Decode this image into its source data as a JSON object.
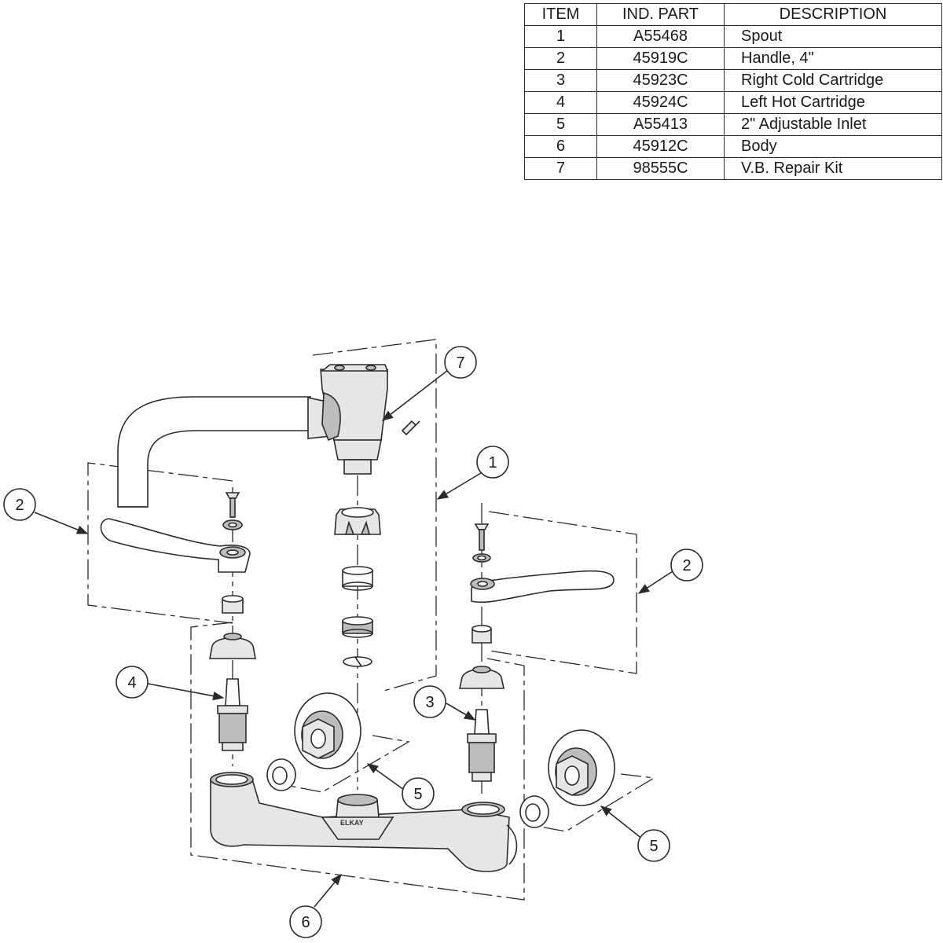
{
  "parts_table": {
    "headers": {
      "item": "ITEM",
      "part": "IND. PART",
      "description": "DESCRIPTION"
    },
    "rows": [
      {
        "item": "1",
        "part": "A55468",
        "description": "Spout"
      },
      {
        "item": "2",
        "part": "45919C",
        "description": "Handle, 4\""
      },
      {
        "item": "3",
        "part": "45923C",
        "description": "Right Cold Cartridge"
      },
      {
        "item": "4",
        "part": "45924C",
        "description": "Left Hot Cartridge"
      },
      {
        "item": "5",
        "part": "A55413",
        "description": "2\" Adjustable Inlet"
      },
      {
        "item": "6",
        "part": "45912C",
        "description": "Body"
      },
      {
        "item": "7",
        "part": "98555C",
        "description": "V.B. Repair Kit"
      }
    ]
  },
  "callouts": {
    "spout": "1",
    "handle_left": "2",
    "handle_right": "2",
    "cartridge_cold": "3",
    "cartridge_hot": "4",
    "inlet_left": "5",
    "inlet_right": "5",
    "body": "6",
    "repair_kit": "7"
  },
  "brand_mark": "ELKAY"
}
